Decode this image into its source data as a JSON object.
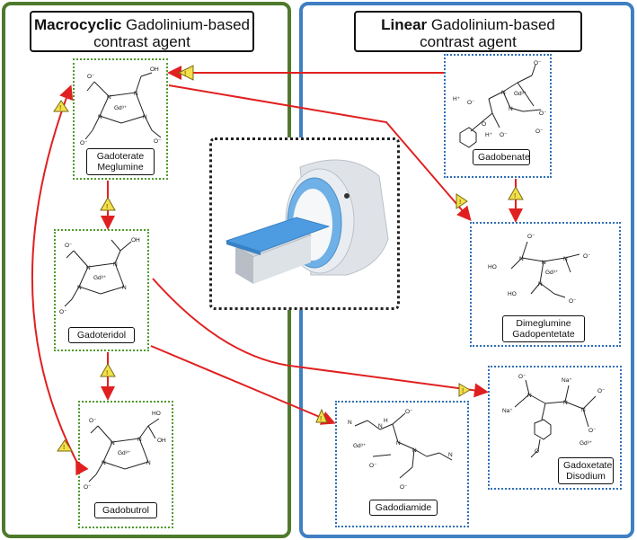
{
  "panels": {
    "left": {
      "title_bold": "Macrocyclic",
      "title_rest": " Gadolinium-based",
      "title_line2": "contrast agent"
    },
    "right": {
      "title_bold": "Linear",
      "title_rest": " Gadolinium-based",
      "title_line2": "contrast agent"
    }
  },
  "agents": {
    "gadoterate": {
      "line1": "Gadoterate",
      "line2": "Meglumine"
    },
    "gadoteridol": {
      "line1": "Gadoteridol"
    },
    "gadobutrol": {
      "line1": "Gadobutrol"
    },
    "gadobenate": {
      "line1": "Gadobenate"
    },
    "gadopentetate": {
      "line1": "Dimeglumine",
      "line2": "Gadopentetate"
    },
    "gadoxetate": {
      "line1": "Gadoxetate",
      "line2": "Disodium"
    },
    "gadodiamide": {
      "line1": "Gadodiamide"
    }
  },
  "structure_labels": {
    "gd": "Gd³⁺",
    "n": "N",
    "o_minus": "O⁻",
    "oh": "OH",
    "ho": "HO",
    "h_plus": "H⁺",
    "na_plus": "Na⁺",
    "o": "O",
    "h": "H",
    "nh": "N"
  },
  "colors": {
    "macrocyclic": "#4e7a2c",
    "linear": "#3f7fc2",
    "arrow": "#e02020",
    "warning": "#f4e04a"
  },
  "icons": [
    "mri-scanner-icon",
    "warning-triangle-icon"
  ]
}
